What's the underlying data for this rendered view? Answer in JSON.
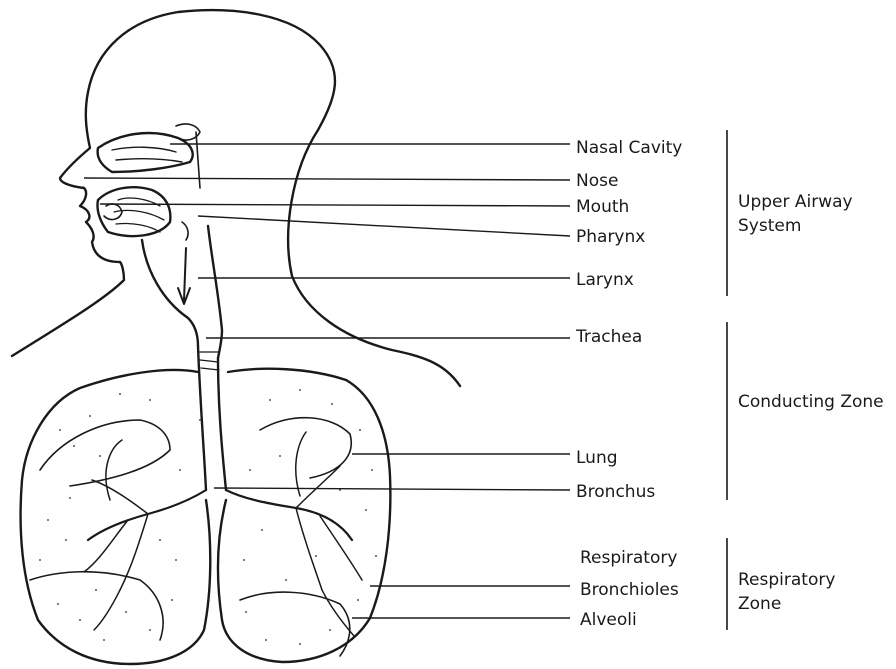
{
  "colors": {
    "ink": "#1a1a1a",
    "background": "#ffffff",
    "stipple": "#555555"
  },
  "labels": {
    "nasal_cavity": "Nasal Cavity",
    "nose": "Nose",
    "mouth": "Mouth",
    "pharynx": "Pharynx",
    "larynx": "Larynx",
    "trachea": "Trachea",
    "lung": "Lung",
    "bronchus": "Bronchus",
    "respiratory_bronchioles": [
      "Respiratory",
      "Bronchioles"
    ],
    "alveoli": "Alveoli"
  },
  "groups": {
    "upper_airway": [
      "Upper Airway",
      "System"
    ],
    "conducting_zone": [
      "Conducting Zone"
    ],
    "respiratory_zone": [
      "Respiratory",
      "Zone"
    ]
  }
}
